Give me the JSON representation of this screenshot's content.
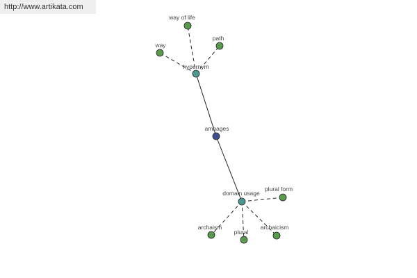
{
  "header": {
    "url": "http://www.artikata.com"
  },
  "graph": {
    "nodes": {
      "ambages": {
        "label": "ambages",
        "color": "#3f4f8f",
        "role": "center"
      },
      "hypernym": {
        "label": "hypernym",
        "color": "#4a9a8f",
        "role": "relation"
      },
      "domain_usage": {
        "label": "domain usage",
        "color": "#4a9a8f",
        "role": "relation"
      },
      "way_of_life": {
        "label": "way of life",
        "color": "#5a9a4f",
        "role": "term"
      },
      "path": {
        "label": "path",
        "color": "#5a9a4f",
        "role": "term"
      },
      "way": {
        "label": "way",
        "color": "#5a9a4f",
        "role": "term"
      },
      "plural_form": {
        "label": "plural form",
        "color": "#5a9a4f",
        "role": "term"
      },
      "archaism": {
        "label": "archaism",
        "color": "#5a9a4f",
        "role": "term"
      },
      "plural": {
        "label": "plural",
        "color": "#5a9a4f",
        "role": "term"
      },
      "archaicism": {
        "label": "archaicism",
        "color": "#5a9a4f",
        "role": "term"
      }
    },
    "edges": [
      {
        "from": "ambages",
        "to": "hypernym",
        "style": "solid"
      },
      {
        "from": "ambages",
        "to": "domain_usage",
        "style": "solid"
      },
      {
        "from": "hypernym",
        "to": "way_of_life",
        "style": "dashed"
      },
      {
        "from": "hypernym",
        "to": "path",
        "style": "dashed"
      },
      {
        "from": "hypernym",
        "to": "way",
        "style": "dashed"
      },
      {
        "from": "domain_usage",
        "to": "plural_form",
        "style": "dashed"
      },
      {
        "from": "domain_usage",
        "to": "archaism",
        "style": "dashed"
      },
      {
        "from": "domain_usage",
        "to": "plural",
        "style": "dashed"
      },
      {
        "from": "domain_usage",
        "to": "archaicism",
        "style": "dashed"
      }
    ]
  }
}
